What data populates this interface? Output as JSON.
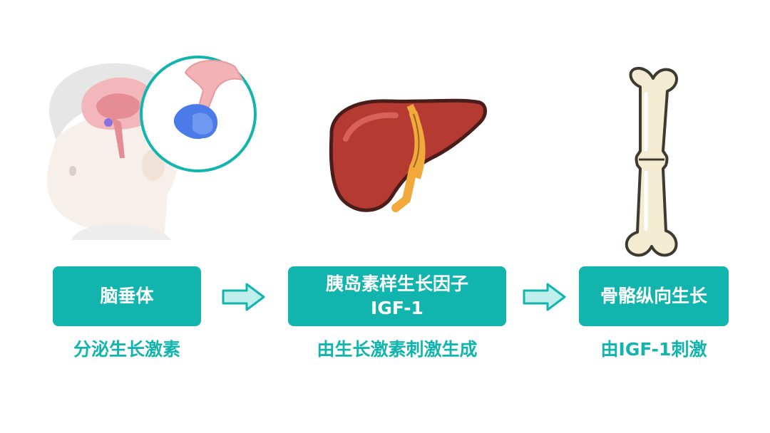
{
  "steps": [
    {
      "title": "脑垂体",
      "subtitle": "",
      "caption": "分泌生长激素",
      "icon": "pituitary-head-icon"
    },
    {
      "title": "胰岛素样生长因子",
      "subtitle": "IGF-1",
      "caption": "由生长激素刺激生成",
      "icon": "liver-icon"
    },
    {
      "title": "骨骼纵向生长",
      "subtitle": "",
      "caption": "由IGF-1刺激",
      "icon": "bone-icon"
    }
  ],
  "colors": {
    "accent": "#12b5ad",
    "arrow_fill": "#bfeeec",
    "liver": "#b53a32",
    "gall": "#f2a93b",
    "bone": "#f4ecd2",
    "pituitary": "#4a7be8"
  }
}
